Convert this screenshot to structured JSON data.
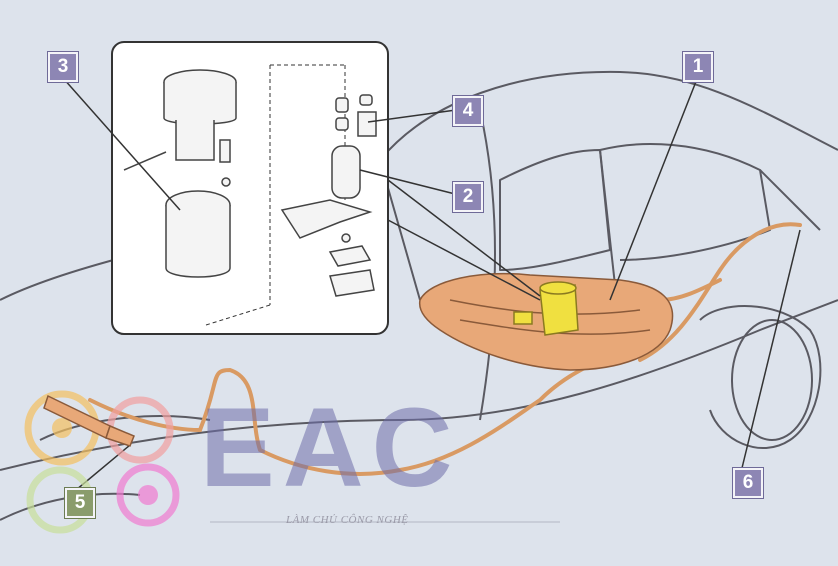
{
  "callouts": [
    {
      "id": "1",
      "label": "1"
    },
    {
      "id": "2",
      "label": "2"
    },
    {
      "id": "3",
      "label": "3"
    },
    {
      "id": "4",
      "label": "4"
    },
    {
      "id": "5",
      "label": "5"
    },
    {
      "id": "6",
      "label": "6"
    }
  ],
  "watermark": {
    "text": "EAC",
    "tagline": "LÀM CHỦ CÔNG NGHỆ"
  },
  "colors": {
    "background": "#dde3ec",
    "car_outline": "#5a5a62",
    "fuel_line": "#d99a63",
    "tank": "#e8a878",
    "pump": "#f0e040",
    "callout_fill": "#8d86b4",
    "callout_green": "#8a9c6c"
  }
}
